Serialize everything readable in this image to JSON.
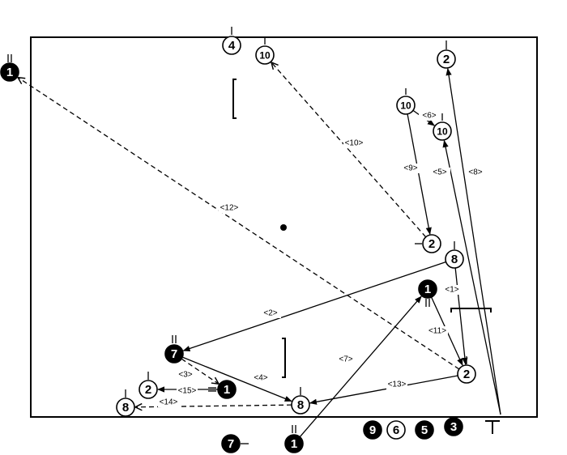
{
  "diagram": {
    "nodes": [
      {
        "id": "n4",
        "label": "4",
        "filled": false
      },
      {
        "id": "n10a",
        "label": "10",
        "filled": false
      },
      {
        "id": "n2top",
        "label": "2",
        "filled": false
      },
      {
        "id": "n10b",
        "label": "10",
        "filled": false
      },
      {
        "id": "n10c",
        "label": "10",
        "filled": false
      },
      {
        "id": "n2mid",
        "label": "2",
        "filled": false
      },
      {
        "id": "n8right",
        "label": "8",
        "filled": false
      },
      {
        "id": "n1left",
        "label": "1",
        "filled": true
      },
      {
        "id": "n1mid",
        "label": "1",
        "filled": true
      },
      {
        "id": "n2low",
        "label": "2",
        "filled": false
      },
      {
        "id": "n7",
        "label": "7",
        "filled": true
      },
      {
        "id": "n1low",
        "label": "1",
        "filled": true
      },
      {
        "id": "n8mid",
        "label": "8",
        "filled": false
      },
      {
        "id": "n2ll",
        "label": "2",
        "filled": false
      },
      {
        "id": "n8ll",
        "label": "8",
        "filled": false
      },
      {
        "id": "n7out",
        "label": "7",
        "filled": true
      },
      {
        "id": "n1out",
        "label": "1",
        "filled": true
      },
      {
        "id": "n9legend",
        "label": "9",
        "filled": true
      },
      {
        "id": "n6legend",
        "label": "6",
        "filled": false
      },
      {
        "id": "n5legend",
        "label": "5",
        "filled": true
      },
      {
        "id": "n3legend",
        "label": "3",
        "filled": true
      }
    ],
    "edges": [
      {
        "label": "<1>",
        "from": "n8right",
        "to": "n2low",
        "dashed": false
      },
      {
        "label": "<2>",
        "from": "n8right",
        "to": "n7",
        "dashed": false
      },
      {
        "label": "<3>",
        "from": "n7",
        "to": "n1low",
        "dashed": true
      },
      {
        "label": "<4>",
        "from": "n7",
        "to": "n8mid",
        "dashed": false
      },
      {
        "label": "<5>",
        "from": "origin",
        "to": "n10c",
        "dashed": false
      },
      {
        "label": "<6>",
        "from": "n10b",
        "to": "n10c",
        "dashed": false
      },
      {
        "label": "<7>",
        "from": "n1out",
        "to": "n1mid",
        "dashed": false
      },
      {
        "label": "<8>",
        "from": "origin",
        "to": "n2top",
        "dashed": false
      },
      {
        "label": "<9>",
        "from": "n10b",
        "to": "n2mid",
        "dashed": false
      },
      {
        "label": "<10>",
        "from": "n2mid",
        "to": "n10a",
        "dashed": true
      },
      {
        "label": "<11>",
        "from": "n1mid",
        "to": "n2low",
        "dashed": false
      },
      {
        "label": "<12>",
        "from": "n2low",
        "to": "n1left",
        "dashed": true
      },
      {
        "label": "<13>",
        "from": "n2low",
        "to": "n8mid",
        "dashed": false
      },
      {
        "label": "<14>",
        "from": "n8mid",
        "to": "n8ll",
        "dashed": true
      },
      {
        "label": "<15>",
        "from": "n1low",
        "to": "n2ll",
        "dashed": false
      }
    ]
  }
}
